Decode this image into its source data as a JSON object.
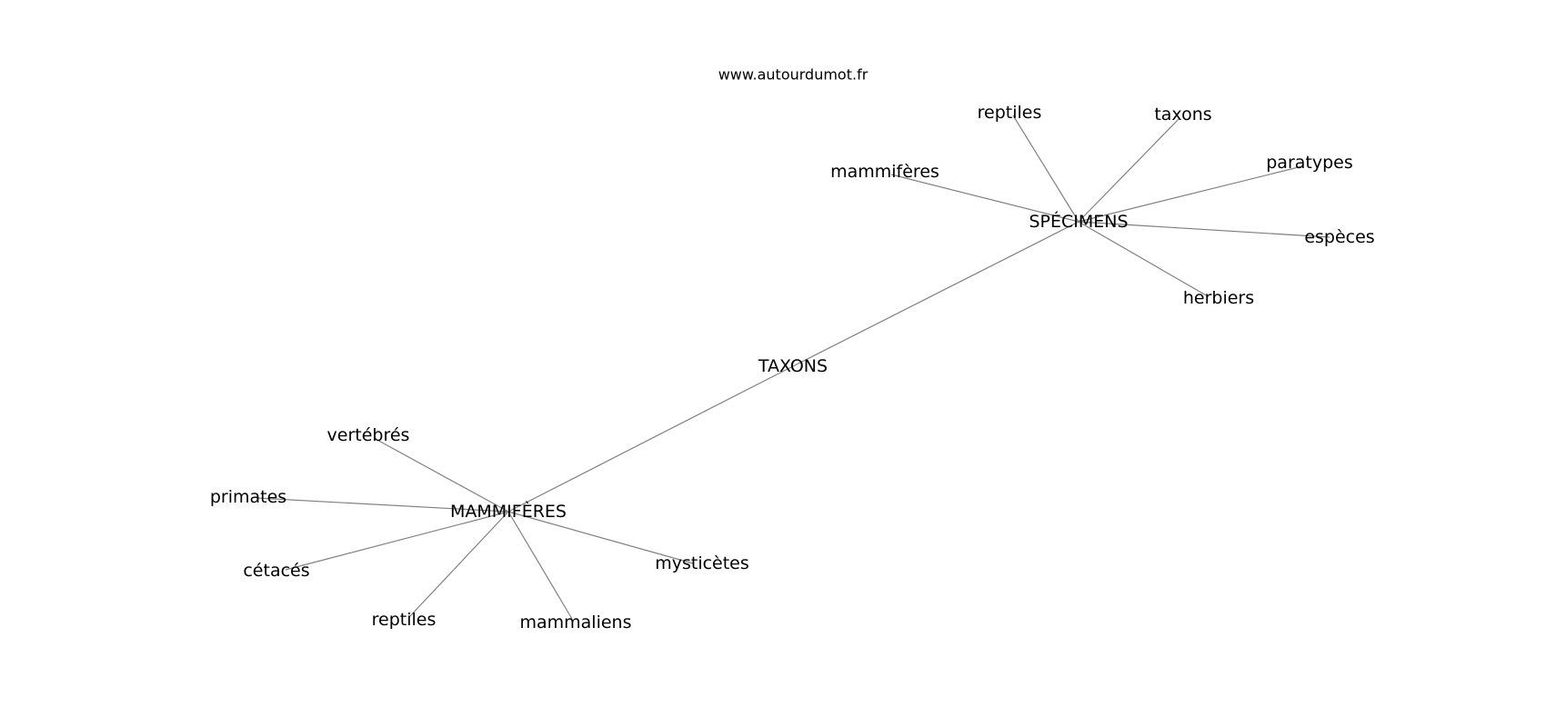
{
  "site": "www.autourdumot.fr",
  "graph": {
    "center": "TAXONS",
    "hubs": [
      {
        "label": "SPÉCIMENS",
        "neighbors": [
          "mammifères",
          "reptiles",
          "taxons",
          "paratypes",
          "espèces",
          "herbiers"
        ]
      },
      {
        "label": "MAMMIFÈRES",
        "neighbors": [
          "vertébrés",
          "primates",
          "cétacés",
          "reptiles",
          "mammaliens",
          "mysticètes"
        ]
      }
    ]
  },
  "colors": {
    "edge": "#808080",
    "text": "#000000",
    "background": "#ffffff"
  }
}
